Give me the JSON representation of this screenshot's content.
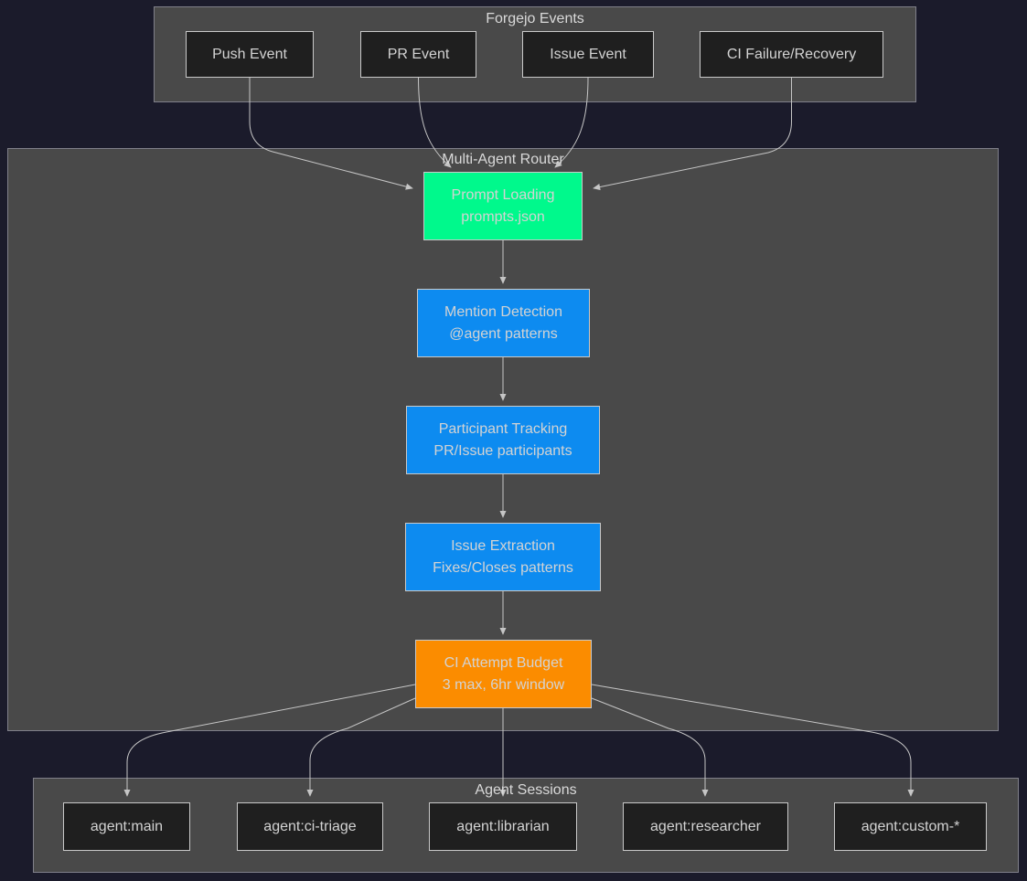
{
  "clusters": {
    "forgejo_events": {
      "title": "Forgejo Events"
    },
    "multi_agent_router": {
      "title": "Multi-Agent Router"
    },
    "agent_sessions": {
      "title": "Agent Sessions"
    }
  },
  "nodes": {
    "push_event": {
      "label": "Push Event"
    },
    "pr_event": {
      "label": "PR Event"
    },
    "issue_event": {
      "label": "Issue Event"
    },
    "ci_failure_recovery": {
      "label": "CI Failure/Recovery"
    },
    "prompt_loading": {
      "line1": "Prompt Loading",
      "line2": "prompts.json"
    },
    "mention_detection": {
      "line1": "Mention Detection",
      "line2": "@agent patterns"
    },
    "participant_tracking": {
      "line1": "Participant Tracking",
      "line2": "PR/Issue participants"
    },
    "issue_extraction": {
      "line1": "Issue Extraction",
      "line2": "Fixes/Closes patterns"
    },
    "ci_attempt_budget": {
      "line1": "CI Attempt Budget",
      "line2": "3 max, 6hr window"
    },
    "agent_main": {
      "label": "agent:main"
    },
    "agent_ci_triage": {
      "label": "agent:ci-triage"
    },
    "agent_librarian": {
      "label": "agent:librarian"
    },
    "agent_researcher": {
      "label": "agent:researcher"
    },
    "agent_custom": {
      "label": "agent:custom-*"
    }
  },
  "colors": {
    "page_background": "#1b1b2b",
    "cluster_fill": "#494949",
    "cluster_border": "#80808a",
    "dark_node_fill": "#1f1f1f",
    "node_border": "#c9c9c9",
    "label_text": "#d3d3d3",
    "prompt_loading_fill": "#00f98c",
    "pipeline_node_fill": "#0d8bf0",
    "ci_budget_fill": "#fb8c00",
    "edge_stroke": "#c6c6c6"
  }
}
